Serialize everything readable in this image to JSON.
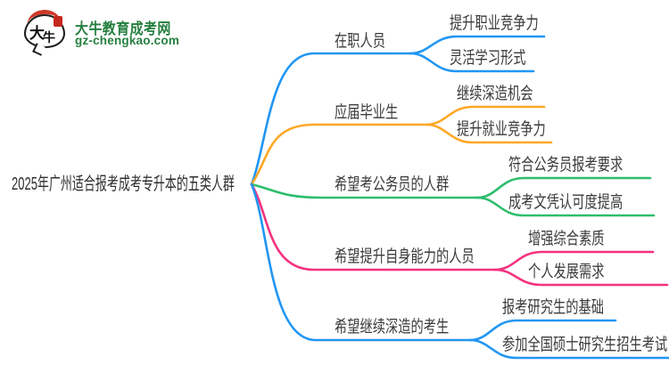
{
  "logo": {
    "title": "大牛教育成考网",
    "url": "gz-chengkao.com",
    "icon_text_top": "大",
    "icon_text_bottom": "牛",
    "brand_green": "#267f3f",
    "seal_red": "#c5281c"
  },
  "root": {
    "label": "2025年广州适合报考成考专升本的五类人群"
  },
  "branches": [
    {
      "label": "在职人员",
      "color": "#2196f3",
      "children": [
        "提升职业竞争力",
        "灵活学习形式"
      ]
    },
    {
      "label": "应届毕业生",
      "color": "#ffa726",
      "children": [
        "继续深造机会",
        "提升就业竞争力"
      ]
    },
    {
      "label": "希望考公务员的人群",
      "color": "#2dbe6c",
      "children": [
        "符合公务员报考要求",
        "成考文凭认可度提高"
      ]
    },
    {
      "label": "希望提升自身能力的人员",
      "color": "#f5317f",
      "children": [
        "增强综合素质",
        "个人发展需求"
      ]
    },
    {
      "label": "希望继续深造的考生",
      "color": "#2196f3",
      "children": [
        "报考研究生的基础",
        "参加全国硕士研究生招生考试"
      ]
    }
  ],
  "text_color": "#3b3b3b"
}
